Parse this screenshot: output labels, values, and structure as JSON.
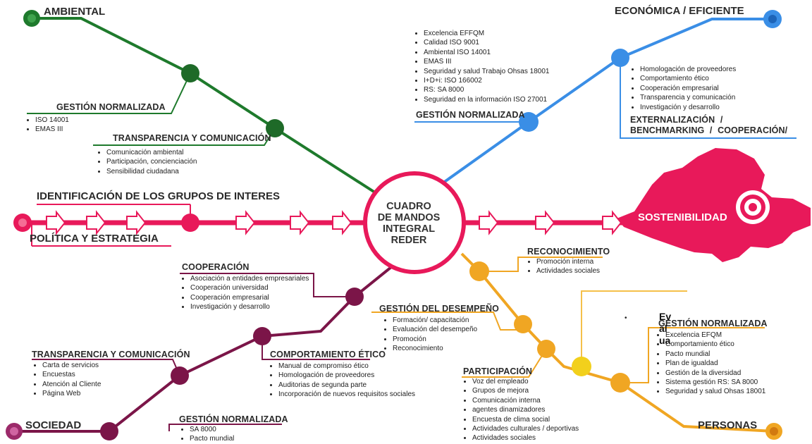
{
  "center": {
    "lines": [
      "CUADRO",
      "DE MANDOS",
      "INTEGRAL",
      "REDER"
    ]
  },
  "headers": {
    "ambiental": "AMBIENTAL",
    "economica": "ECONÓMICA / EFICIENTE",
    "identificacion": "IDENTIFICACIÓN DE LOS GRUPOS DE INTERES",
    "politica": "POLÍTICA Y ESTRATEGIA",
    "sostenibilidad": "SOSTENIBILIDAD",
    "sociedad": "SOCIEDAD",
    "personas": "PERSONAS"
  },
  "sections": {
    "amb_gestion": {
      "title": "GESTIÓN NORMALIZADA",
      "items": [
        "ISO 14001",
        "EMAS III"
      ]
    },
    "amb_transp": {
      "title": "TRANSPARENCIA Y COMUNICACIÓN",
      "items": [
        "Comunicación ambiental",
        "Participación, concienciación",
        "Sensibilidad ciudadana"
      ]
    },
    "eco_gestion": {
      "title": "GESTIÓN NORMALIZADA",
      "items": [
        "Excelencia EFFQM",
        "Calidad ISO 9001",
        "Ambiental ISO 14001",
        "EMAS III",
        "Seguridad y salud Trabajo Ohsas 18001",
        "I+D+i:  ISO 166002",
        "RS: SA 8000",
        "Seguridad en la información ISO 27001"
      ]
    },
    "eco_ext": {
      "title": "EXTERNALIZACIÓN / BENCHMARKING / COOPERACIÓN/",
      "items": [
        "Homologación de proveedores",
        "Comportamiento ético",
        "Cooperación empresarial",
        "Transparencia y comunicación",
        "Investigación y desarrollo"
      ]
    },
    "soc_coop": {
      "title": "COOPERACIÓN",
      "items": [
        "Asociación a entidades empresariales",
        "Cooperación universidad",
        "Cooperación empresarial",
        "Investigación y desarrollo"
      ]
    },
    "soc_transp": {
      "title": "TRANSPARENCIA Y COMUNICACIÓN",
      "items": [
        "Carta de servicios",
        "Encuestas",
        "Atención al Cliente",
        "Página Web"
      ]
    },
    "soc_etico": {
      "title": "COMPORTAMIENTO ÉTICO",
      "items": [
        "Manual de compromiso ético",
        "Homologación de proveedores",
        "Auditorias de segunda parte",
        "Incorporación de nuevos requisitos sociales"
      ]
    },
    "soc_gestion": {
      "title": "GESTIÓN NORMALIZADA",
      "items": [
        "SA 8000",
        "Pacto mundial"
      ]
    },
    "per_recon": {
      "title": "RECONOCIMIENTO",
      "items": [
        "Promoción interna",
        "Actividades sociales"
      ]
    },
    "per_desemp": {
      "title": "GESTIÓN DEL DESEMPEÑO",
      "items": [
        "Formación/ capacitación",
        "Evaluación  del desempeño",
        "Promoción",
        "Reconocimiento"
      ]
    },
    "per_partic": {
      "title": "PARTICIPACIÓN",
      "items": [
        "Voz del empleado",
        "Grupos de mejora",
        "Comunicación interna",
        " agentes dinamizadores",
        "Encuesta de clima social",
        "Actividades culturales / deportivas",
        "Actividades sociales"
      ]
    },
    "per_gestion": {
      "title": "GESTIÓN NORMALIZADA",
      "items": [
        "Excelencia EFQM",
        "Comportamiento ético",
        "Pacto mundial",
        "Plan de  igualdad",
        "Gestión de la  diversidad",
        "Sistema gestión RS: SA 8000",
        "Seguridad y salud Ohsas 18001"
      ]
    }
  },
  "overlay_fragment": [
    "Ev",
    "al",
    "ua"
  ],
  "colors": {
    "ambiental": "#1e7a2c",
    "economica": "#3a8ee6",
    "central_axis": "#e8195a",
    "sociedad": "#7b1548",
    "personas": "#f0a623",
    "map": "#e8195a"
  }
}
